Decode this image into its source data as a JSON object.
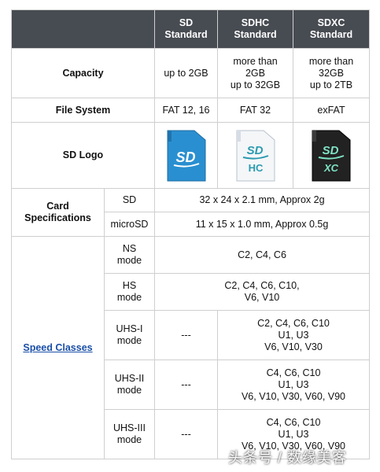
{
  "header": {
    "col_sd": [
      "SD",
      "Standard"
    ],
    "col_sdhc": [
      "SDHC",
      "Standard"
    ],
    "col_sdxc": [
      "SDXC",
      "Standard"
    ]
  },
  "capacity": {
    "label": "Capacity",
    "sd": [
      "up to 2GB"
    ],
    "sdhc": [
      "more than",
      "2GB",
      "up to 32GB"
    ],
    "sdxc": [
      "more than",
      "32GB",
      "up to 2TB"
    ]
  },
  "filesystem": {
    "label": "File System",
    "sd": "FAT 12, 16",
    "sdhc": "FAT 32",
    "sdxc": "exFAT"
  },
  "logo": {
    "label": "SD Logo",
    "sd": {
      "icon": "sd-card-logo",
      "color": "#2a8fd0",
      "text": "SD"
    },
    "sdhc": {
      "icon": "sdhc-card-logo",
      "color": "#f4f6f8",
      "text": "SD",
      "sub": "HC"
    },
    "sdxc": {
      "icon": "sdxc-card-logo",
      "color": "#222222",
      "text": "SD",
      "sub": "XC"
    }
  },
  "card_spec": {
    "label": [
      "Card",
      "Specifications"
    ],
    "sd_label": "SD",
    "sd_value": "32 x 24 x 2.1 mm, Approx 2g",
    "micro_label": "microSD",
    "micro_value": "11 x 15 x 1.0 mm, Approx 0.5g"
  },
  "speed": {
    "label": "Speed Classes",
    "rows": [
      {
        "mode": [
          "NS",
          "mode"
        ],
        "sd": null,
        "value": [
          "C2, C4, C6"
        ]
      },
      {
        "mode": [
          "HS",
          "mode"
        ],
        "sd": null,
        "value": [
          "C2, C4, C6, C10,",
          "V6, V10"
        ]
      },
      {
        "mode": [
          "UHS-I",
          "mode"
        ],
        "sd": "---",
        "value": [
          "C2, C4, C6, C10",
          "U1, U3",
          "V6, V10, V30"
        ]
      },
      {
        "mode": [
          "UHS-II",
          "mode"
        ],
        "sd": "---",
        "value": [
          "C4, C6, C10",
          "U1, U3",
          "V6, V10, V30, V60, V90"
        ]
      },
      {
        "mode": [
          "UHS-III",
          "mode"
        ],
        "sd": "---",
        "value": [
          "C4, C6, C10",
          "U1, U3",
          "V6, V10, V30, V60, V90"
        ]
      }
    ]
  },
  "watermark": "头条号 / 数缘美客"
}
